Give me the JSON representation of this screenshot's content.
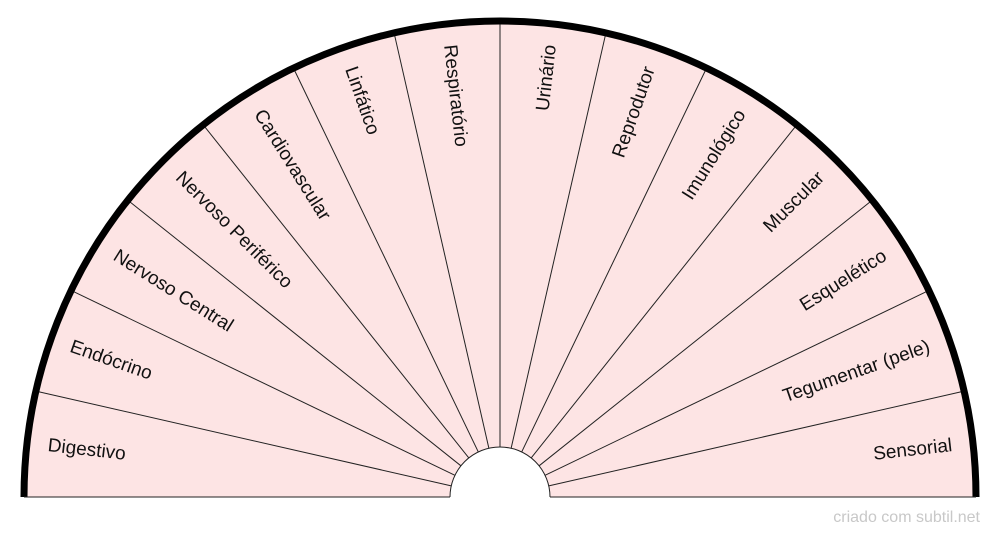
{
  "chart_data": {
    "type": "semicircle-dial",
    "segments": [
      "Digestivo",
      "Endócrino",
      "Nervoso Central",
      "Nervoso Periférico",
      "Cardiovascular",
      "Linfático",
      "Respiratório",
      "Urinário",
      "Reprodutor",
      "Imunológico",
      "Muscular",
      "Esquelético",
      "Tegumentar (pele)",
      "Sensorial"
    ]
  },
  "colors": {
    "fill": "#fde4e4",
    "outline": "#000000",
    "divider": "#222222",
    "credit": "#c8c8c8"
  },
  "footer": {
    "credit": "criado com subtil.net"
  }
}
